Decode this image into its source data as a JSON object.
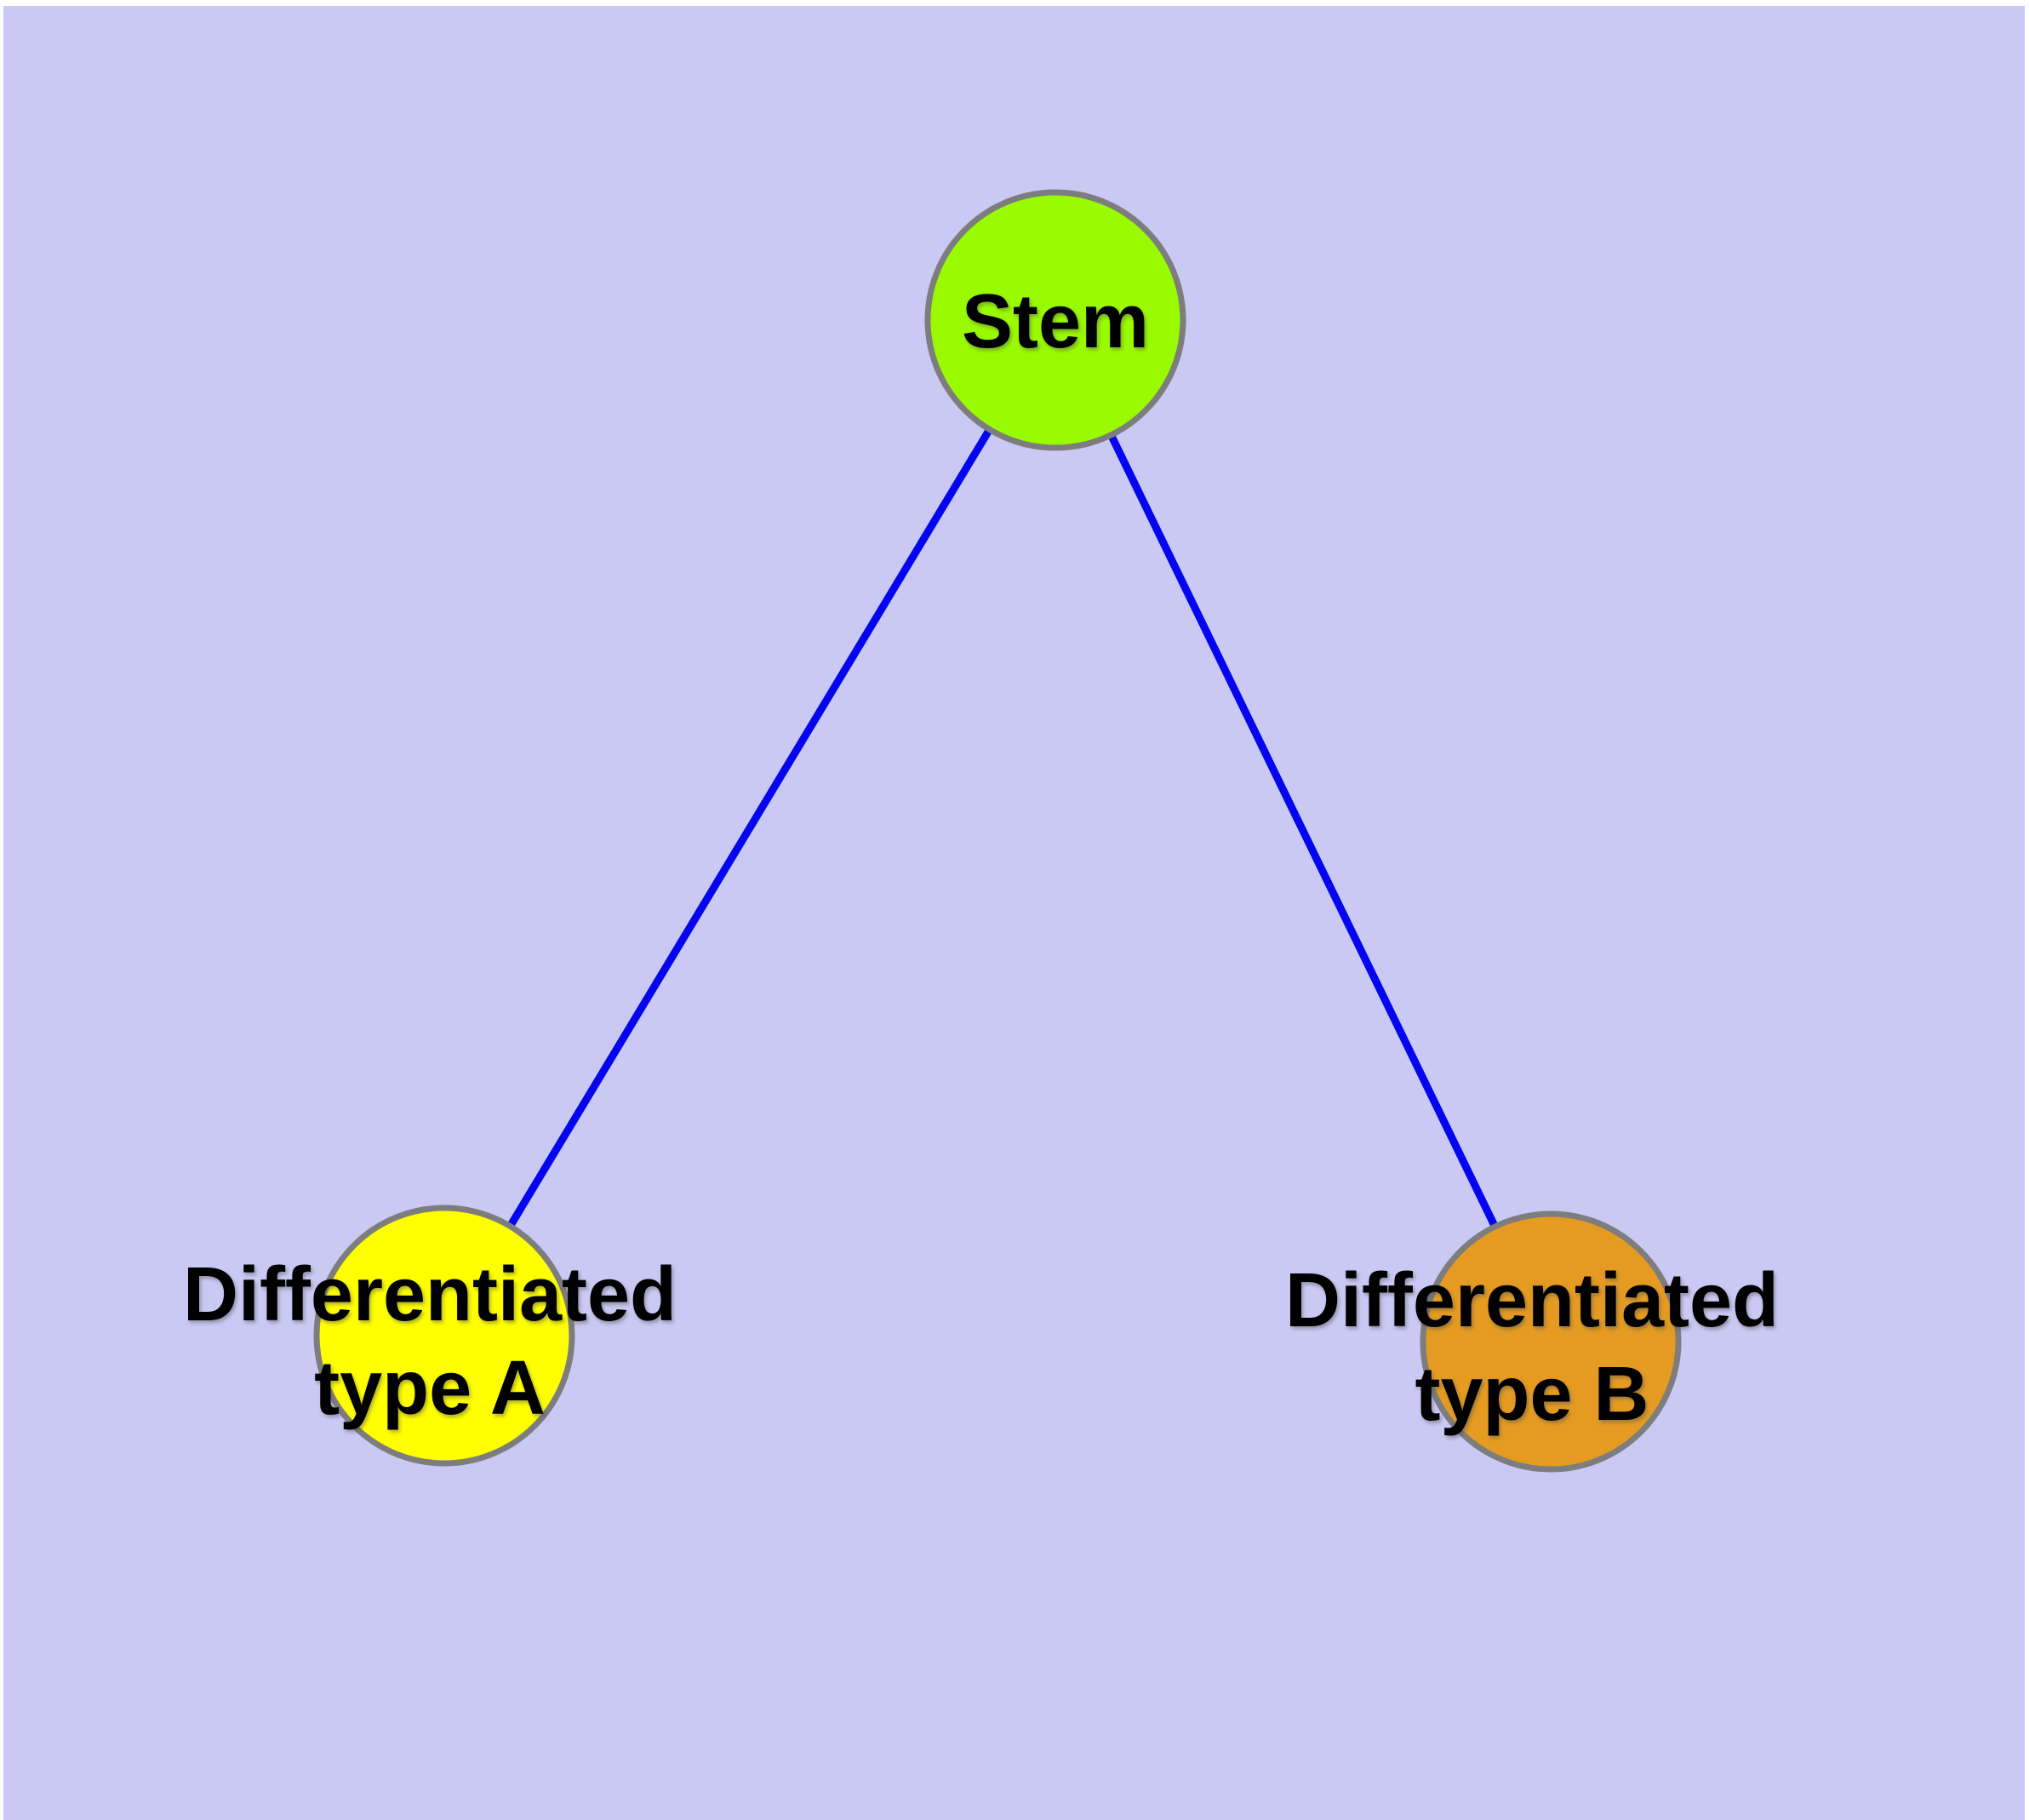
{
  "diagram": {
    "type": "graph",
    "page_color": "#ffffff",
    "background_color": "#c9c9f4",
    "edge_color": "#0404f0",
    "node_border_color": "#7d7d7d",
    "label_color": "#000000",
    "nodes": [
      {
        "id": "stem",
        "label": "Stem",
        "line1": "Stem",
        "line2": "",
        "fill": "#9afb00"
      },
      {
        "id": "type-a",
        "label": "Differentiated type A",
        "line1": "Differentiated",
        "line2": "type A",
        "fill": "#ffff00"
      },
      {
        "id": "type-b",
        "label": "Differentiated type B",
        "line1": "Differentiated",
        "line2": "type B",
        "fill": "#e59b22"
      }
    ],
    "edges": [
      {
        "from": "Stem",
        "to": "Differentiated type A"
      },
      {
        "from": "Stem",
        "to": "Differentiated type B"
      }
    ]
  }
}
